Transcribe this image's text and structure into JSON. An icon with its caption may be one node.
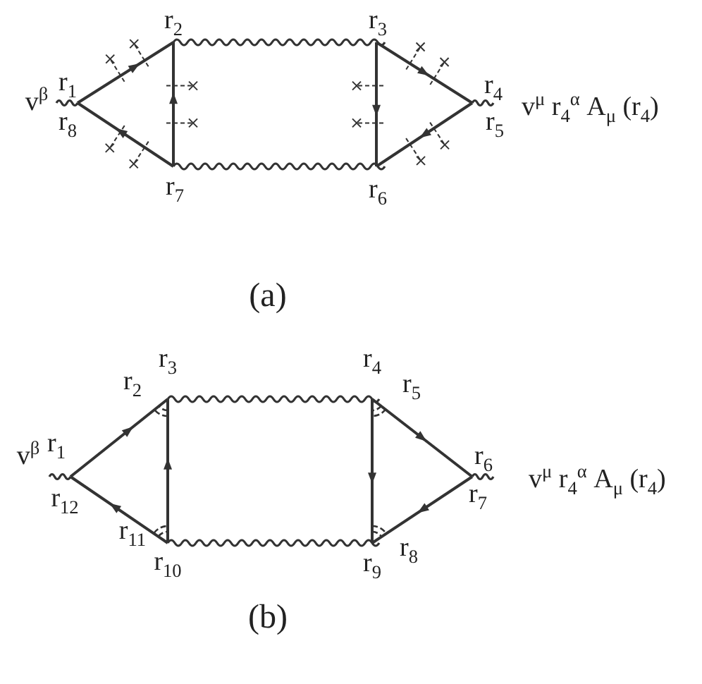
{
  "diagram": {
    "labels": [
      "r$_{2}$",
      "r$_{3}$",
      "v$^{β}$",
      "r$_{1}$",
      "r$_{4}$",
      "v$^{μ}$ r$_{4}$$^{α}$ A$_{μ}$ (r$_{4}$)",
      "r$_{8}$",
      "r$_{5}$",
      "r$_{7}$",
      "r$_{6}$",
      "(a)",
      "r$_{3}$",
      "r$_{4}$",
      "r$_{2}$",
      "r$_{5}$",
      "v$^{β}$",
      "r$_{1}$",
      "r$_{6}$",
      "v$^{μ}$ r$_{4}$$^{α}$ A$_{μ}$ (r$_{4}$)",
      "r$_{12}$",
      "r$_{7}$",
      "r$_{11}$",
      "r$_{8}$",
      "r$_{10}$",
      "r$_{9}$",
      "(b)"
    ]
  }
}
